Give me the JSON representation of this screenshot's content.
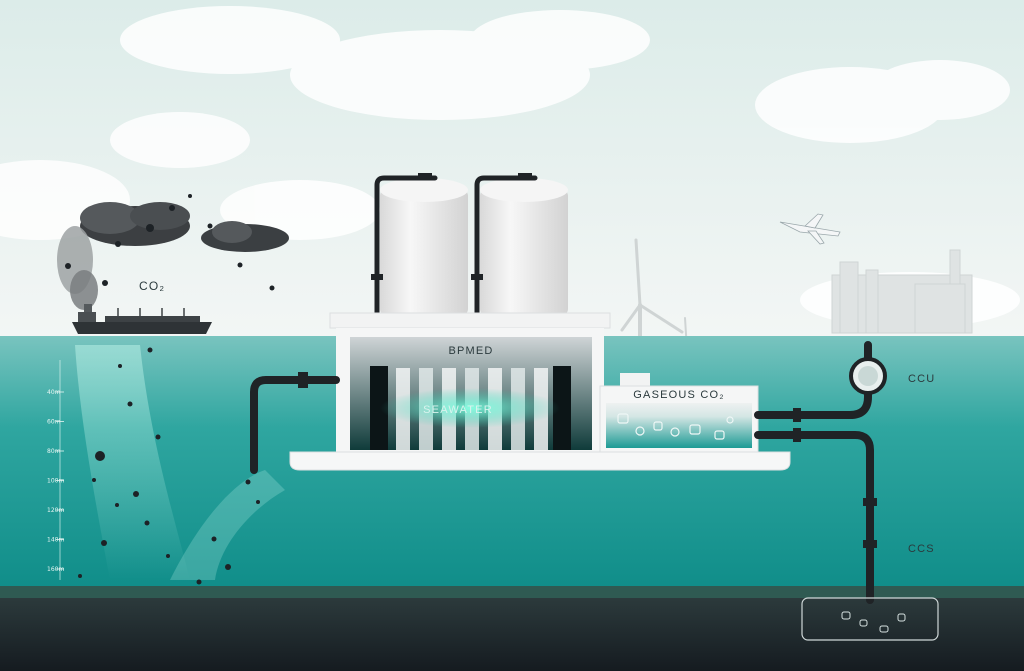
{
  "labels": {
    "co2_emission": "CO₂",
    "bpmed": "BPMED",
    "seawater": "SEAWATER",
    "gaseous_co2": "GASEOUS CO₂",
    "ccu": "CCU",
    "ccs": "CCS"
  },
  "depth_scale": [
    "40m",
    "60m",
    "80m",
    "100m",
    "120m",
    "140m",
    "160m"
  ],
  "colors": {
    "sky_top": "#e2eeec",
    "sky_bottom": "#f1f6f5",
    "sea_top": "#6fbdb8",
    "sea_deep": "#118e8a",
    "seabed": "#1a2128",
    "pipe": "#1f2326",
    "tank": "#efefef",
    "accent_glow": "#34e0c0"
  },
  "icons": [
    "smoke-cloud-icon",
    "ship-icon",
    "wind-turbine-icon",
    "airplane-icon",
    "factory-icon",
    "pipe-valve-icon",
    "co2-bubble-icon"
  ]
}
